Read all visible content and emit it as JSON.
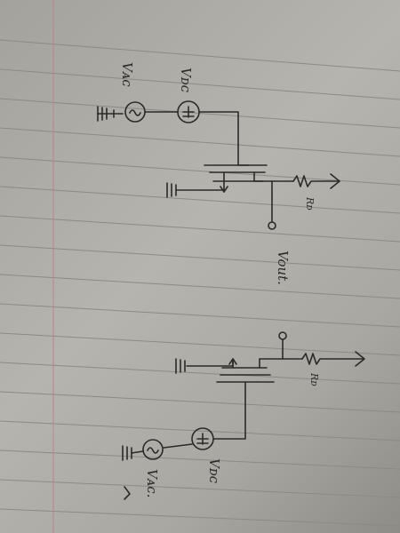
{
  "circuit_top": {
    "dc_source_label": "Vᴅᴄ",
    "ac_source_label": "Vᴀᴄ",
    "resistor_label": "Rᴅ",
    "output_label": "Vout."
  },
  "circuit_bottom": {
    "resistor_label": "Rᴅ",
    "dc_source_label": "Vᴅᴄ",
    "ac_source_label": "Vᴀᴄ."
  },
  "colors": {
    "ink": "#2b2a27",
    "paper": "#b6b4ae",
    "rule_line": "#8b8a86"
  }
}
